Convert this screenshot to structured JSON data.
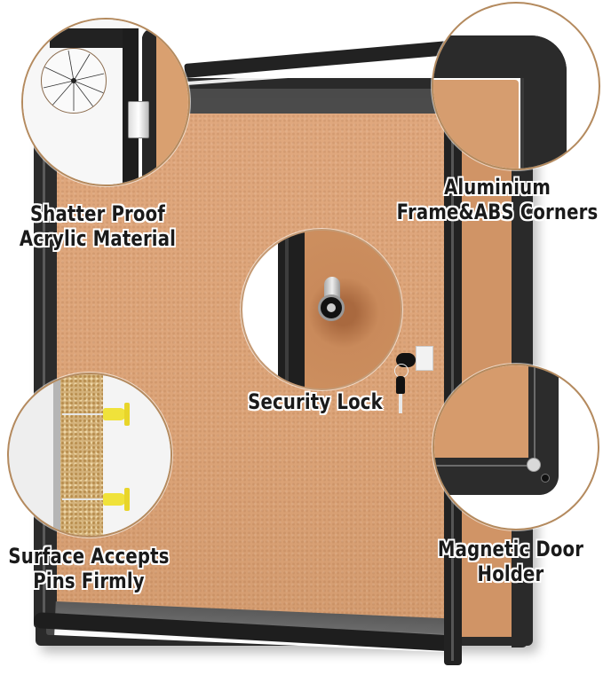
{
  "product": {
    "description": "Enclosed cork bulletin board with black aluminium frame and open acrylic door",
    "colors": {
      "cork": "#dca478",
      "frame": "#2a2a2a",
      "callout_border": "#b48a5e",
      "label_text": "#1a1a1a",
      "label_outline": "#ffffff",
      "push_pin": "#f0e23a"
    }
  },
  "callouts": [
    {
      "id": "shatter-proof",
      "lines": [
        "Shatter Proof",
        "Acrylic Material"
      ],
      "image": "cracked-acrylic-and-hinge-closeup"
    },
    {
      "id": "frame-corners",
      "lines": [
        "Aluminium",
        "Frame&ABS Corners"
      ],
      "image": "rounded-abs-corner-closeup"
    },
    {
      "id": "security-lock",
      "lines": [
        "Security Lock"
      ],
      "image": "cam-lock-closeup"
    },
    {
      "id": "pins",
      "lines": [
        "Surface Accepts",
        "Pins Firmly"
      ],
      "image": "cork-cross-section-with-push-pins"
    },
    {
      "id": "magnetic-holder",
      "lines": [
        "Magnetic Door",
        "Holder"
      ],
      "image": "magnet-in-frame-corner-closeup"
    }
  ]
}
